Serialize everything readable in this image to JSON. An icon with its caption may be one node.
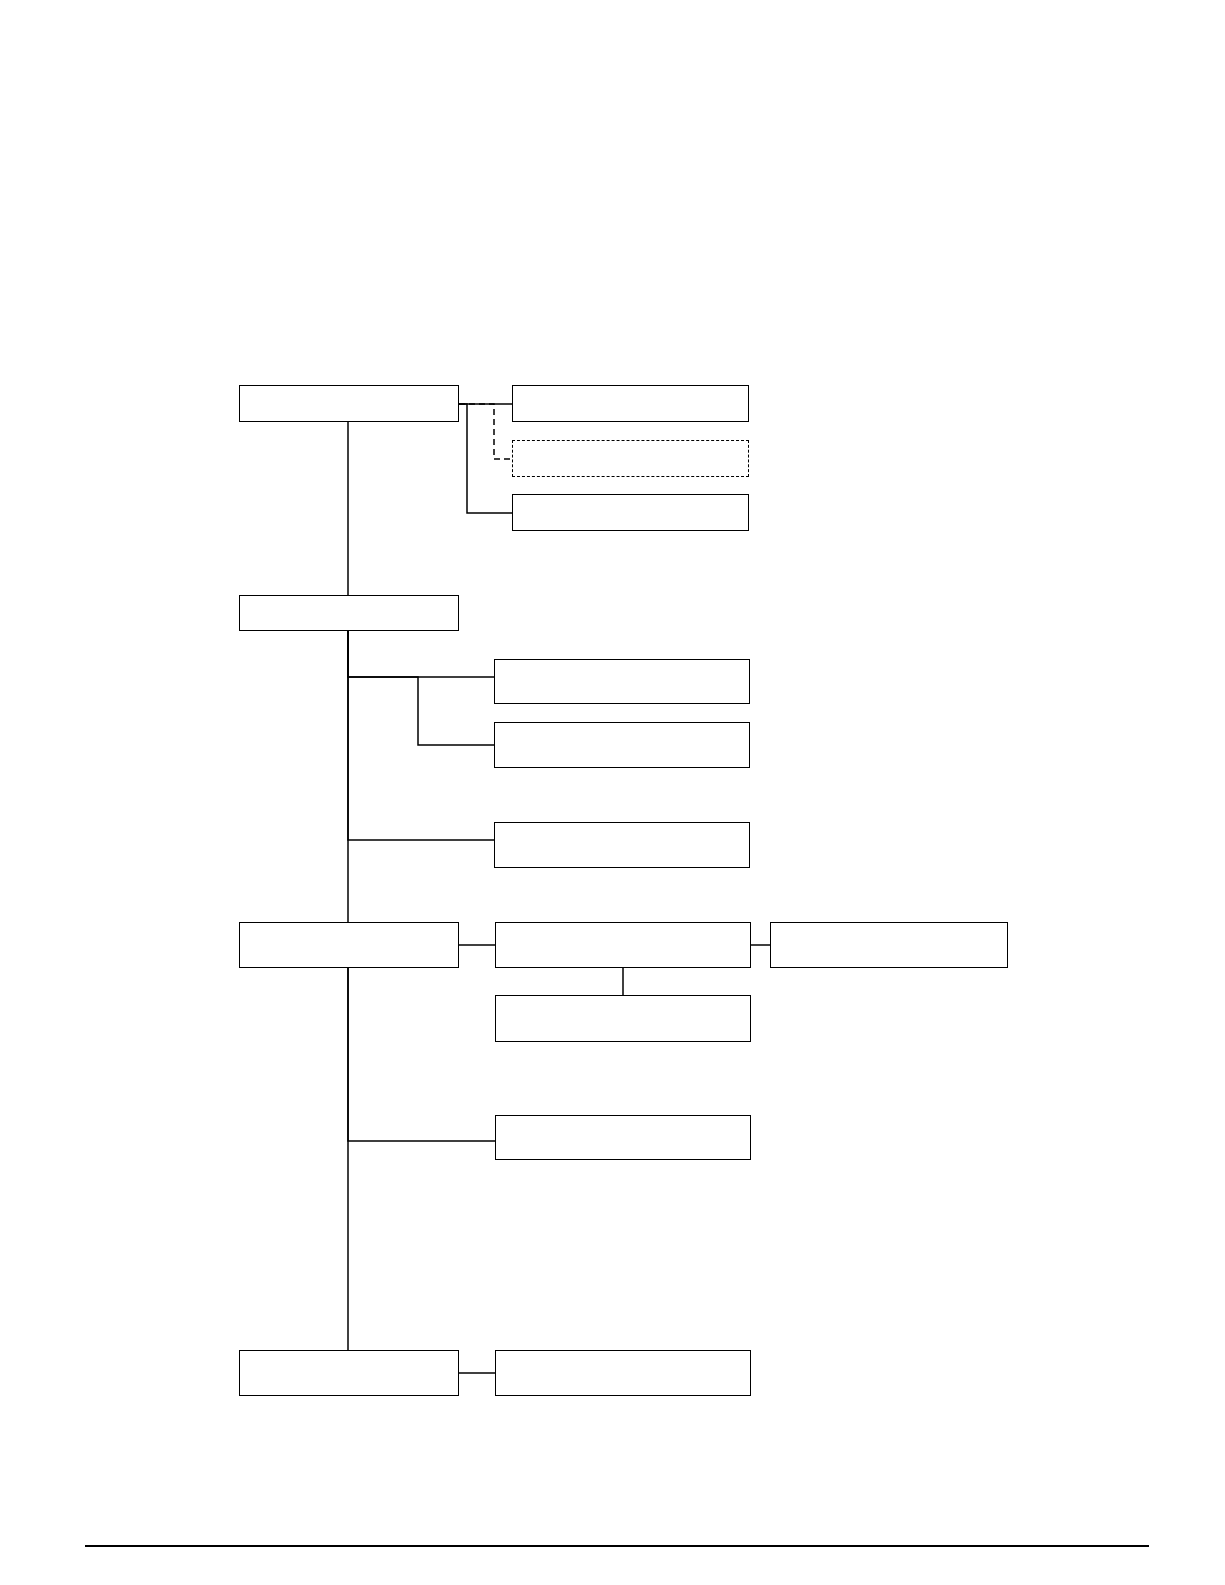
{
  "diagram": {
    "nodes": [
      {
        "text": [],
        "shape": "box"
      },
      {
        "text": [],
        "shape": "box"
      },
      {
        "text": [],
        "shape": "box"
      },
      {
        "text": [],
        "shape": "box"
      },
      {
        "text": [],
        "shape": "box"
      },
      {
        "text": [],
        "shape": "box"
      },
      {
        "text": [],
        "shape": "box"
      },
      {
        "text": [],
        "shape": "box"
      },
      {
        "text": [],
        "shape": "box"
      },
      {
        "text": [],
        "shape": "box"
      },
      {
        "text": [],
        "shape": "box"
      },
      {
        "text": [],
        "shape": "box"
      },
      {
        "text": [],
        "shape": "box"
      },
      {
        "text": [],
        "shape": "box"
      },
      {
        "text": [],
        "shape": "box"
      }
    ],
    "edges": [
      {
        "from": 0,
        "to": 1,
        "arrow": "none"
      },
      {
        "from": 0,
        "to": 2,
        "arrow": "none",
        "style": "dashed"
      },
      {
        "from": 0,
        "to": 3,
        "arrow": "none"
      },
      {
        "from": 0,
        "to": 4,
        "arrow": "none"
      },
      {
        "from": 4,
        "to": 5,
        "arrow": "none"
      },
      {
        "from": 4,
        "to": 6,
        "arrow": "none"
      },
      {
        "from": 4,
        "to": 7,
        "arrow": "none"
      },
      {
        "from": 4,
        "to": 8,
        "arrow": "none"
      },
      {
        "from": 8,
        "to": 9,
        "arrow": "none"
      },
      {
        "from": 9,
        "to": 10,
        "arrow": "none"
      },
      {
        "from": 9,
        "to": 11,
        "arrow": "none"
      },
      {
        "from": 8,
        "to": 12,
        "arrow": "none"
      },
      {
        "from": 8,
        "to": 13,
        "arrow": "none"
      },
      {
        "from": 13,
        "to": 14,
        "arrow": "none"
      }
    ]
  }
}
